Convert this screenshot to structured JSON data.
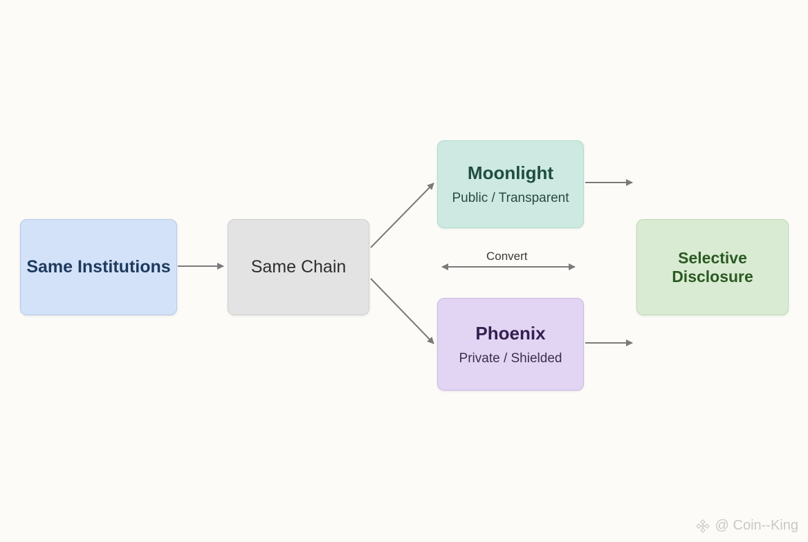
{
  "nodes": {
    "same_institutions": {
      "title": "Same Institutions"
    },
    "same_chain": {
      "title": "Same Chain"
    },
    "moonlight": {
      "title": "Moonlight",
      "subtitle": "Public / Transparent"
    },
    "phoenix": {
      "title": "Phoenix",
      "subtitle": "Private / Shielded"
    },
    "selective_disclosure": {
      "title": "Selective Disclosure"
    }
  },
  "edges": {
    "convert_label": "Convert"
  },
  "watermark": {
    "text": "@ Coin--King",
    "logo": "binance-square-logo"
  },
  "colors": {
    "background": "#fcfbf7",
    "arrow": "#7a7a7a",
    "same_institutions_fill": "#d3e2f8",
    "same_institutions_text": "#1e3a5f",
    "same_chain_fill": "#e3e3e3",
    "same_chain_text": "#2e2e2e",
    "moonlight_fill": "#cde9e1",
    "moonlight_text": "#1f4d40",
    "phoenix_fill": "#e2d5f3",
    "phoenix_text": "#34204f",
    "selective_disclosure_fill": "#daebd3",
    "selective_disclosure_text": "#2a5a22"
  }
}
